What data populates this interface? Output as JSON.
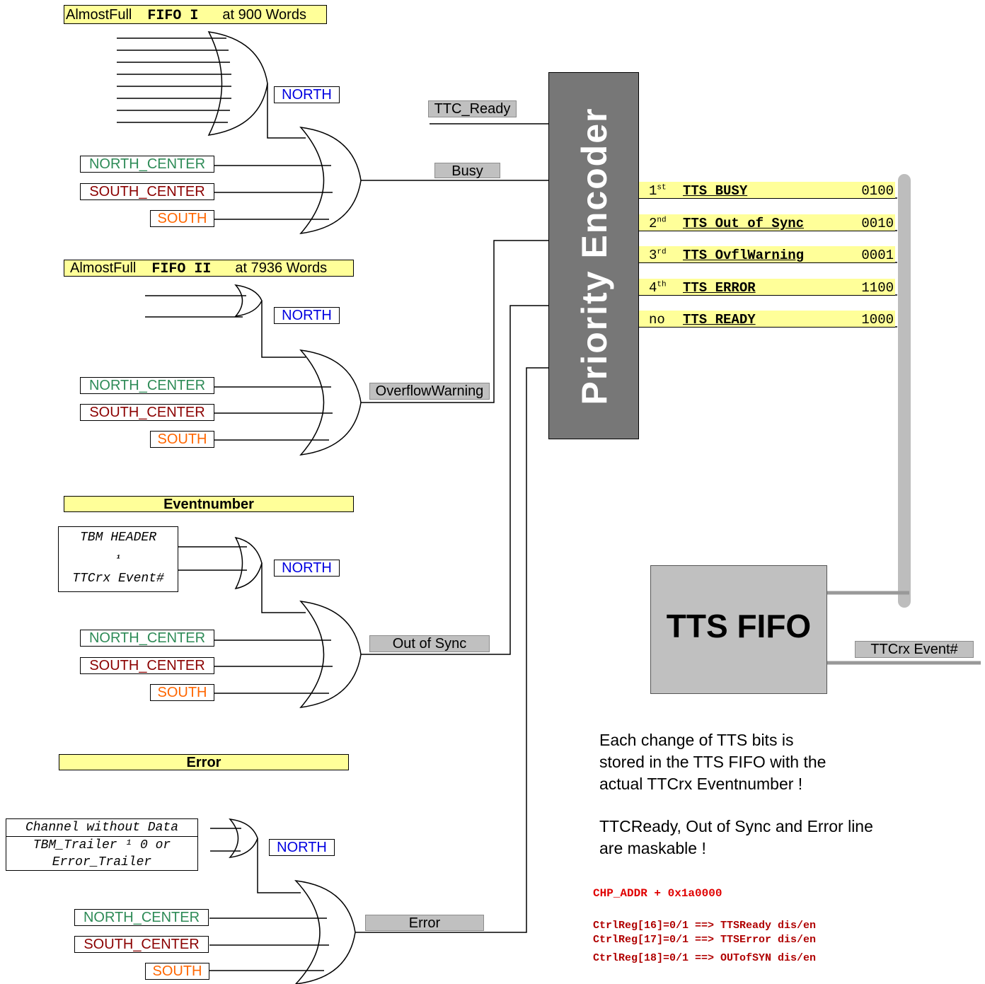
{
  "colors": {
    "north": "#0000e0",
    "north_center": "#2e8b57",
    "south_center": "#8b0000",
    "south": "#ff6600",
    "label_yellow": "#ffff99",
    "encoder_gray": "#777777",
    "fifo_gray": "#c0c0c0",
    "register_red": "#b00000"
  },
  "section1": {
    "title_prefix": "AlmostFull",
    "title_name": "FIFO I",
    "title_suffix": "at 900 Words"
  },
  "section2": {
    "title_prefix": "AlmostFull",
    "title_name": "FIFO II",
    "title_suffix": "at 7936 Words"
  },
  "section3": {
    "title": "Eventnumber",
    "source_line1": "TBM HEADER",
    "source_line2": "¹",
    "source_line3": "TTCrx Event#"
  },
  "section4": {
    "title": "Error",
    "source_line1": "Channel without Data",
    "source_line2": "TBM_Trailer ¹ 0  or",
    "source_line3": "Error_Trailer"
  },
  "inputs": {
    "north": "NORTH",
    "north_center": "NORTH_CENTER",
    "south_center": "SOUTH_CENTER",
    "south": "SOUTH"
  },
  "signals": {
    "ttc_ready": "TTC_Ready",
    "busy": "Busy",
    "overflow": "OverflowWarning",
    "out_of_sync": "Out of Sync",
    "error": "Error",
    "ttcrx_event": "TTCrx Event#"
  },
  "encoder": {
    "title": "Priority Encoder"
  },
  "tts_outputs": [
    {
      "order": "1",
      "sup": "st",
      "name": "TTS_BUSY",
      "code": "0100"
    },
    {
      "order": "2",
      "sup": "nd",
      "name": "TTS_Out_of_Sync",
      "code": "0010"
    },
    {
      "order": "3",
      "sup": "rd",
      "name": "TTS_OvflWarning",
      "code": "0001"
    },
    {
      "order": "4",
      "sup": "th",
      "name": "TTS_ERROR",
      "code": "1100"
    },
    {
      "order": "no",
      "sup": "",
      "name": "TTS_READY",
      "code": "1000"
    }
  ],
  "fifo": {
    "title": "TTS FIFO"
  },
  "notes": {
    "line1": "Each change of TTS bits is",
    "line2": "stored in the TTS FIFO with the",
    "line3": "actual TTCrx Eventnumber !",
    "line4": "TTCReady, Out of Sync and Error line",
    "line5": "are maskable !"
  },
  "registers": {
    "address": "CHP_ADDR + 0x1a0000",
    "reg16": "CtrlReg[16]=0/1 ==> TTSReady dis/en",
    "reg17": "CtrlReg[17]=0/1 ==> TTSError dis/en",
    "reg18": "CtrlReg[18]=0/1 ==> OUTofSYN dis/en"
  }
}
